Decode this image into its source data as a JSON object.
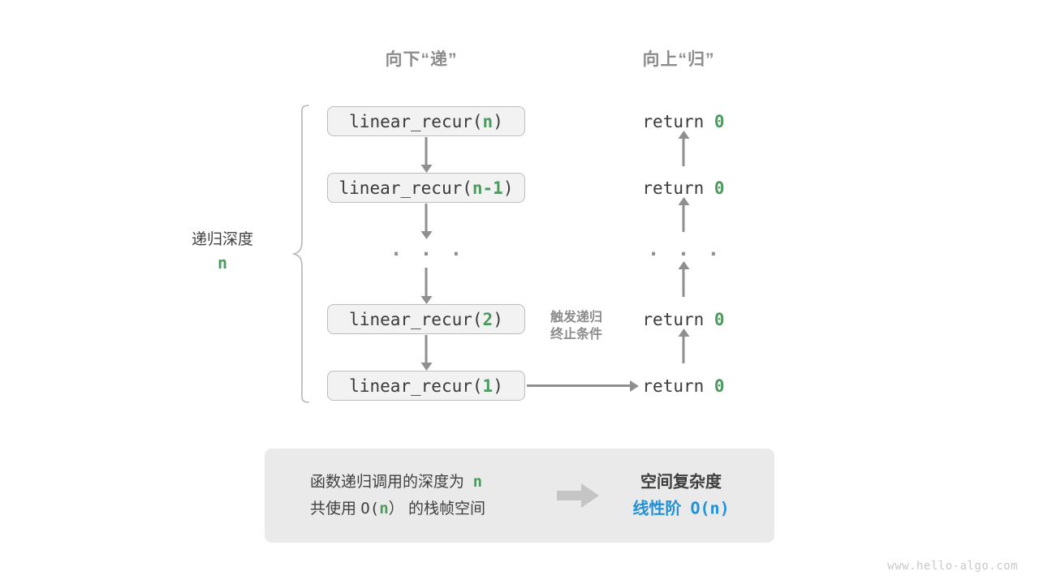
{
  "headers": {
    "down": "向下“递”",
    "up": "向上“归”"
  },
  "depth": {
    "label": "递归深度",
    "variable": "n"
  },
  "call_stack": [
    {
      "prefix": "linear_recur(",
      "arg": "n",
      "suffix": ")"
    },
    {
      "prefix": "linear_recur(",
      "arg": "n-1",
      "suffix": ")"
    },
    {
      "prefix": "linear_recur(",
      "arg": "2",
      "suffix": ")"
    },
    {
      "prefix": "linear_recur(",
      "arg": "1",
      "suffix": ")"
    }
  ],
  "ellipsis": "· · ·",
  "returns": [
    {
      "keyword": "return",
      "value": "0"
    },
    {
      "keyword": "return",
      "value": "0"
    },
    {
      "keyword": "return",
      "value": "0"
    },
    {
      "keyword": "return",
      "value": "0"
    }
  ],
  "terminate_note": {
    "line1": "触发递归",
    "line2": "终止条件"
  },
  "summary": {
    "left_line1_text": "函数递归调用的深度为",
    "left_line1_var": "n",
    "left_line2_pre": "共使用",
    "left_line2_bigo_open": "O(",
    "left_line2_var": "n",
    "left_line2_bigo_close": "）",
    "left_line2_post": "的栈帧空间",
    "right_title": "空间复杂度",
    "right_value_text": "线性阶",
    "right_value_bigo": "O(n)"
  },
  "watermark": "www.hello-algo.com",
  "colors": {
    "green": "#4d9960",
    "blue": "#2291d8",
    "gray_text": "#3f3f3f",
    "gray_muted": "#8c8c8c",
    "arrow": "#8f8f8f",
    "box_fill": "#f2f2f2",
    "box_border": "#bdbdbd",
    "panel_bg": "#eaeaea"
  }
}
